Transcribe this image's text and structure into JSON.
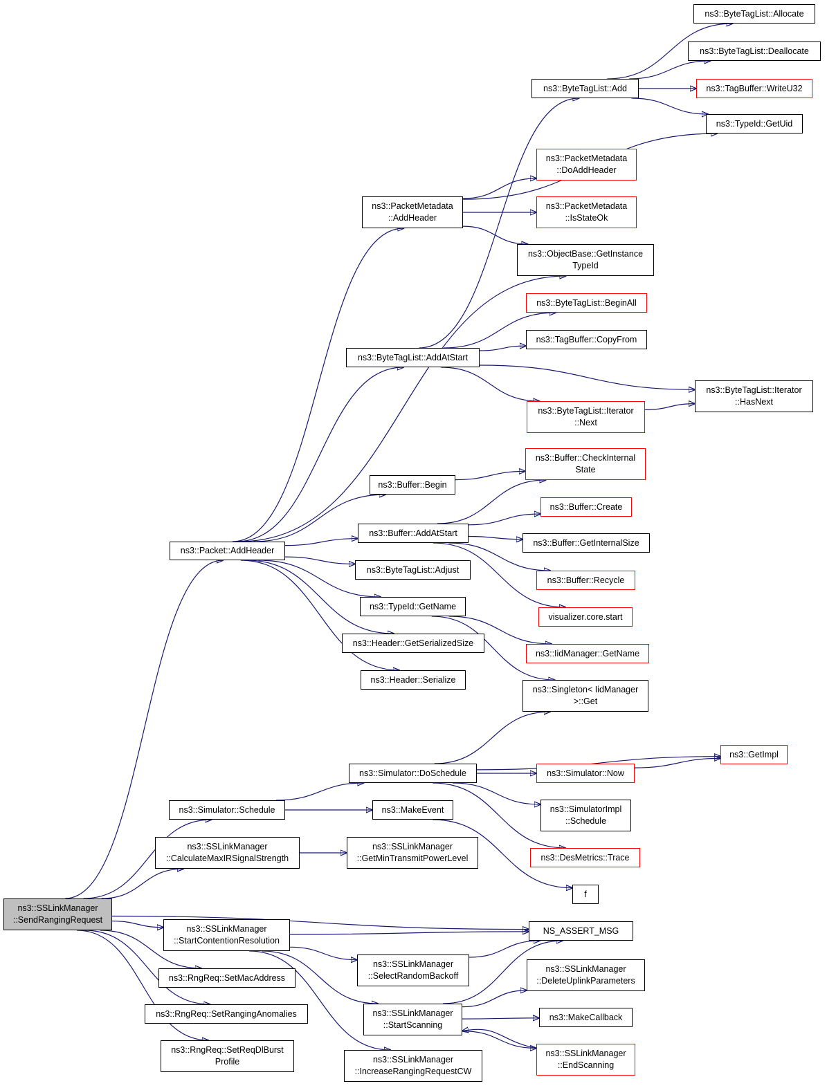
{
  "colors": {
    "edge": "#191970",
    "border_default": "#000000",
    "border_external": "#ff0000",
    "root_fill": "#bfbfbf"
  },
  "nodes": [
    {
      "id": "send_ranging",
      "lines": [
        "ns3::SSLinkManager",
        "::SendRangingRequest"
      ],
      "root": true
    },
    {
      "id": "pkt_add_header",
      "lines": [
        "ns3::Packet::AddHeader"
      ]
    },
    {
      "id": "sim_schedule",
      "lines": [
        "ns3::Simulator::Schedule"
      ]
    },
    {
      "id": "calc_max",
      "lines": [
        "ns3::SSLinkManager",
        "::CalculateMaxIRSignalStrength"
      ]
    },
    {
      "id": "start_contention",
      "lines": [
        "ns3::SSLinkManager",
        "::StartContentionResolution"
      ]
    },
    {
      "id": "set_mac",
      "lines": [
        "ns3::RngReq::SetMacAddress"
      ]
    },
    {
      "id": "set_anomalies",
      "lines": [
        "ns3::RngReq::SetRangingAnomalies"
      ]
    },
    {
      "id": "set_dl_burst",
      "lines": [
        "ns3::RngReq::SetReqDlBurst",
        "Profile"
      ]
    },
    {
      "id": "pm_add_header",
      "lines": [
        "ns3::PacketMetadata",
        "::AddHeader"
      ]
    },
    {
      "id": "btl_add_at_start",
      "lines": [
        "ns3::ByteTagList::AddAtStart"
      ]
    },
    {
      "id": "buf_begin",
      "lines": [
        "ns3::Buffer::Begin"
      ]
    },
    {
      "id": "buf_add_at_start",
      "lines": [
        "ns3::Buffer::AddAtStart"
      ]
    },
    {
      "id": "btl_adjust",
      "lines": [
        "ns3::ByteTagList::Adjust"
      ]
    },
    {
      "id": "typeid_get_name",
      "lines": [
        "ns3::TypeId::GetName"
      ]
    },
    {
      "id": "hdr_get_ser_size",
      "lines": [
        "ns3::Header::GetSerializedSize"
      ]
    },
    {
      "id": "hdr_serialize",
      "lines": [
        "ns3::Header::Serialize"
      ]
    },
    {
      "id": "sim_do_schedule",
      "lines": [
        "ns3::Simulator::DoSchedule"
      ]
    },
    {
      "id": "make_event",
      "lines": [
        "ns3::MakeEvent"
      ]
    },
    {
      "id": "get_min_tx",
      "lines": [
        "ns3::SSLinkManager",
        "::GetMinTransmitPowerLevel"
      ]
    },
    {
      "id": "select_backoff",
      "lines": [
        "ns3::SSLinkManager",
        "::SelectRandomBackoff"
      ]
    },
    {
      "id": "start_scanning",
      "lines": [
        "ns3::SSLinkManager",
        "::StartScanning"
      ]
    },
    {
      "id": "increase_cw",
      "lines": [
        "ns3::SSLinkManager",
        "::IncreaseRangingRequestCW"
      ]
    },
    {
      "id": "btl_add",
      "lines": [
        "ns3::ByteTagList::Add"
      ]
    },
    {
      "id": "btl_allocate",
      "lines": [
        "ns3::ByteTagList::Allocate"
      ]
    },
    {
      "id": "btl_deallocate",
      "lines": [
        "ns3::ByteTagList::Deallocate"
      ]
    },
    {
      "id": "tb_write_u32",
      "lines": [
        "ns3::TagBuffer::WriteU32"
      ],
      "external": true
    },
    {
      "id": "typeid_get_uid",
      "lines": [
        "ns3::TypeId::GetUid"
      ]
    },
    {
      "id": "pm_do_add_header",
      "lines": [
        "ns3::PacketMetadata",
        "::DoAddHeader"
      ],
      "external": true
    },
    {
      "id": "pm_is_state_ok",
      "lines": [
        "ns3::PacketMetadata",
        "::IsStateOk"
      ],
      "external": true
    },
    {
      "id": "ob_get_instance_typeid",
      "lines": [
        "ns3::ObjectBase::GetInstance",
        "TypeId"
      ]
    },
    {
      "id": "btl_begin_all",
      "lines": [
        "ns3::ByteTagList::BeginAll"
      ],
      "external": true
    },
    {
      "id": "tb_copy_from",
      "lines": [
        "ns3::TagBuffer::CopyFrom"
      ]
    },
    {
      "id": "btl_iter_next",
      "lines": [
        "ns3::ByteTagList::Iterator",
        "::Next"
      ],
      "external": true
    },
    {
      "id": "btl_iter_has_next",
      "lines": [
        "ns3::ByteTagList::Iterator",
        "::HasNext"
      ]
    },
    {
      "id": "buf_check_internal",
      "lines": [
        "ns3::Buffer::CheckInternal",
        "State"
      ],
      "external": true
    },
    {
      "id": "buf_create",
      "lines": [
        "ns3::Buffer::Create"
      ],
      "external": true
    },
    {
      "id": "buf_get_internal_size",
      "lines": [
        "ns3::Buffer::GetInternalSize"
      ]
    },
    {
      "id": "buf_recycle",
      "lines": [
        "ns3::Buffer::Recycle"
      ],
      "external": true
    },
    {
      "id": "vis_core_start",
      "lines": [
        "visualizer.core.start"
      ],
      "external": true
    },
    {
      "id": "iid_get_name",
      "lines": [
        "ns3::IidManager::GetName"
      ],
      "external": true
    },
    {
      "id": "singleton_get",
      "lines": [
        "ns3::Singleton< IidManager",
        ">::Get"
      ]
    },
    {
      "id": "get_impl",
      "lines": [
        "ns3::GetImpl"
      ],
      "external": true
    },
    {
      "id": "sim_now",
      "lines": [
        "ns3::Simulator::Now"
      ],
      "external": true
    },
    {
      "id": "simimpl_schedule",
      "lines": [
        "ns3::SimulatorImpl",
        "::Schedule"
      ]
    },
    {
      "id": "desmetrics_trace",
      "lines": [
        "ns3::DesMetrics::Trace"
      ],
      "external": true
    },
    {
      "id": "f",
      "lines": [
        "f"
      ]
    },
    {
      "id": "ns_assert_msg",
      "lines": [
        "NS_ASSERT_MSG"
      ]
    },
    {
      "id": "delete_uplink",
      "lines": [
        "ns3::SSLinkManager",
        "::DeleteUplinkParameters"
      ]
    },
    {
      "id": "make_callback",
      "lines": [
        "ns3::MakeCallback"
      ]
    },
    {
      "id": "end_scanning",
      "lines": [
        "ns3::SSLinkManager",
        "::EndScanning"
      ],
      "external": true
    }
  ],
  "edges": [
    [
      "send_ranging",
      "pkt_add_header"
    ],
    [
      "send_ranging",
      "sim_schedule"
    ],
    [
      "send_ranging",
      "calc_max"
    ],
    [
      "send_ranging",
      "ns_assert_msg"
    ],
    [
      "send_ranging",
      "start_contention"
    ],
    [
      "send_ranging",
      "set_mac"
    ],
    [
      "send_ranging",
      "set_anomalies"
    ],
    [
      "send_ranging",
      "set_dl_burst"
    ],
    [
      "pkt_add_header",
      "pm_add_header"
    ],
    [
      "pkt_add_header",
      "ob_get_instance_typeid"
    ],
    [
      "pkt_add_header",
      "btl_add_at_start"
    ],
    [
      "pkt_add_header",
      "buf_begin"
    ],
    [
      "pkt_add_header",
      "buf_add_at_start"
    ],
    [
      "pkt_add_header",
      "btl_adjust"
    ],
    [
      "pkt_add_header",
      "typeid_get_name"
    ],
    [
      "pkt_add_header",
      "hdr_get_ser_size"
    ],
    [
      "pkt_add_header",
      "hdr_serialize"
    ],
    [
      "pm_add_header",
      "typeid_get_uid"
    ],
    [
      "pm_add_header",
      "pm_do_add_header"
    ],
    [
      "pm_add_header",
      "pm_is_state_ok"
    ],
    [
      "pm_add_header",
      "ob_get_instance_typeid"
    ],
    [
      "btl_add",
      "btl_allocate"
    ],
    [
      "btl_add",
      "btl_deallocate"
    ],
    [
      "btl_add",
      "tb_write_u32"
    ],
    [
      "btl_add",
      "typeid_get_uid"
    ],
    [
      "btl_add_at_start",
      "btl_add"
    ],
    [
      "btl_add_at_start",
      "btl_begin_all"
    ],
    [
      "btl_add_at_start",
      "tb_copy_from"
    ],
    [
      "btl_add_at_start",
      "btl_iter_has_next"
    ],
    [
      "btl_add_at_start",
      "btl_iter_next"
    ],
    [
      "btl_iter_next",
      "btl_iter_has_next"
    ],
    [
      "buf_begin",
      "buf_check_internal"
    ],
    [
      "buf_add_at_start",
      "buf_check_internal"
    ],
    [
      "buf_add_at_start",
      "buf_create"
    ],
    [
      "buf_add_at_start",
      "buf_get_internal_size"
    ],
    [
      "buf_add_at_start",
      "buf_recycle"
    ],
    [
      "buf_add_at_start",
      "vis_core_start"
    ],
    [
      "typeid_get_name",
      "iid_get_name"
    ],
    [
      "typeid_get_name",
      "singleton_get"
    ],
    [
      "sim_schedule",
      "sim_do_schedule"
    ],
    [
      "sim_schedule",
      "make_event"
    ],
    [
      "sim_do_schedule",
      "singleton_get"
    ],
    [
      "sim_do_schedule",
      "get_impl"
    ],
    [
      "sim_do_schedule",
      "sim_now"
    ],
    [
      "sim_do_schedule",
      "simimpl_schedule"
    ],
    [
      "sim_do_schedule",
      "desmetrics_trace"
    ],
    [
      "sim_now",
      "get_impl"
    ],
    [
      "make_event",
      "f"
    ],
    [
      "calc_max",
      "get_min_tx"
    ],
    [
      "start_contention",
      "ns_assert_msg"
    ],
    [
      "start_contention",
      "select_backoff"
    ],
    [
      "start_contention",
      "start_scanning"
    ],
    [
      "start_contention",
      "increase_cw"
    ],
    [
      "select_backoff",
      "ns_assert_msg"
    ],
    [
      "start_scanning",
      "ns_assert_msg"
    ],
    [
      "start_scanning",
      "delete_uplink"
    ],
    [
      "start_scanning",
      "make_callback"
    ],
    [
      "start_scanning",
      "end_scanning"
    ],
    [
      "end_scanning",
      "start_scanning"
    ]
  ]
}
